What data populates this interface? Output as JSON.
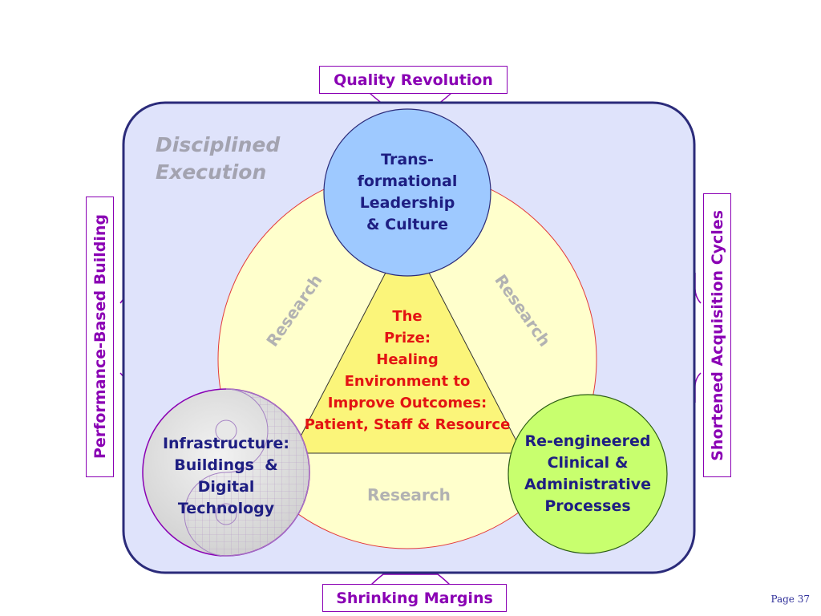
{
  "frame": {
    "top": "Quality Revolution",
    "bottom": "Shrinking Margins",
    "left": "Performance-Based Building",
    "right": "Shortened Acquisition Cycles"
  },
  "panel_title": [
    "Disciplined",
    "Execution"
  ],
  "nodes": {
    "leadership": [
      "Trans-",
      "formational",
      "Leadership",
      "& Culture"
    ],
    "infrastructure": [
      "Infrastructure:",
      "Buildings  &",
      "Digital",
      "Technology"
    ],
    "processes": [
      "Re-engineered",
      "Clinical &",
      "Administrative",
      "Processes"
    ]
  },
  "prize": [
    "The",
    "Prize:",
    "Healing",
    "Environment to",
    "Improve Outcomes:",
    "Patient, Staff & Resource"
  ],
  "research": {
    "left": "Research",
    "right": "Research",
    "bottom": "Research"
  },
  "page": "Page 37",
  "colors": {
    "frame": "#8a00b4",
    "panel_fill": "#dfe3fb",
    "panel_border": "#2b2b7a",
    "outer_circle": "#ffffcc",
    "prize_triangle": "#fbf57a",
    "leadership_node": "#9ec9ff",
    "processes_node": "#c8ff6e",
    "infrastructure_node": "#d9d9d9",
    "node_text": "#1e1e82",
    "prize_text": "#e31313",
    "research_text": "#b2b2b2"
  }
}
